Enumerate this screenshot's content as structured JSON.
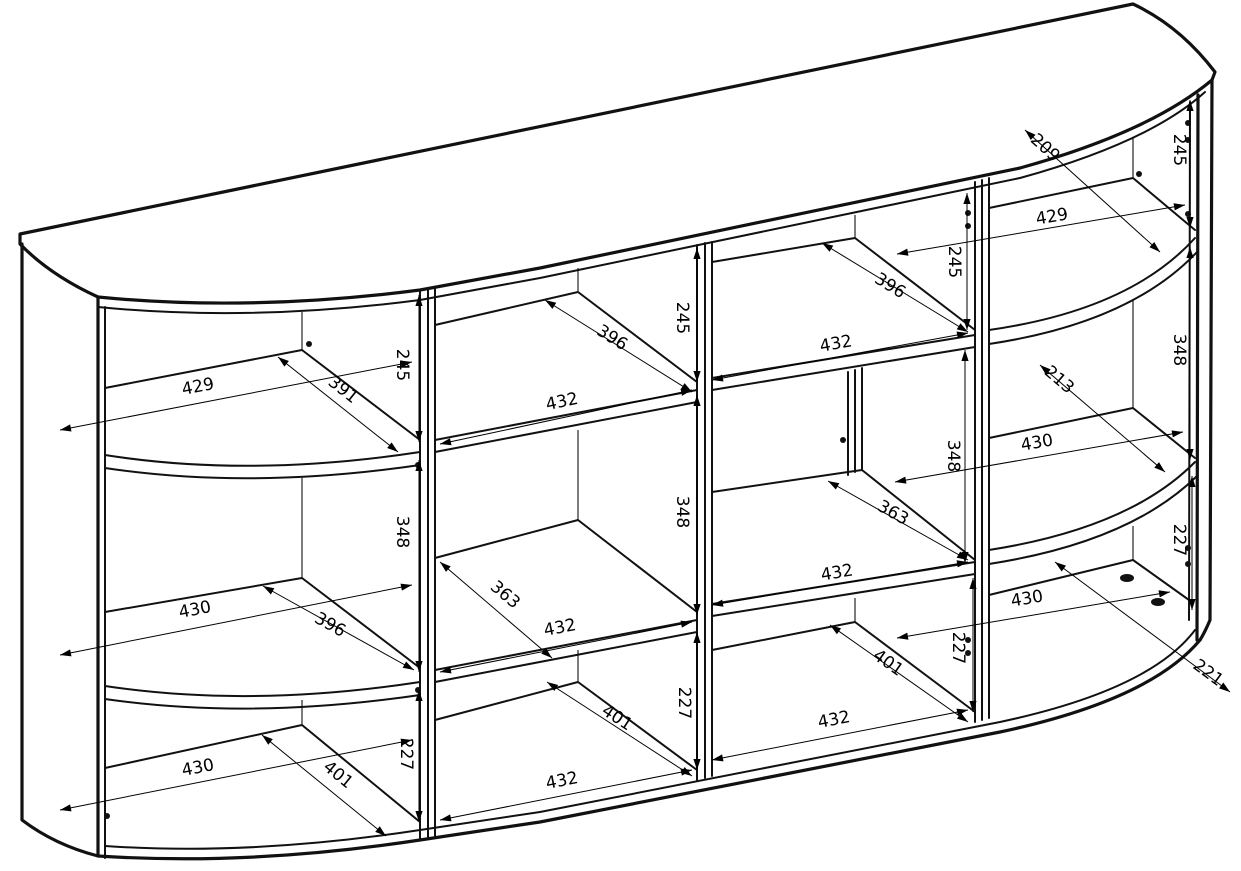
{
  "diagram": {
    "dimensions": {
      "d_top_245_right": "245",
      "d_top_209": "209",
      "d_top_429_right": "429",
      "d_top_245_c3": "245",
      "d_top_396_c3": "396",
      "d_top_432_c3": "432",
      "d_top_245_c2": "245",
      "d_top_396_c2": "396",
      "d_top_432_c2": "432",
      "d_top_245_c1": "245",
      "d_top_429_c1": "429",
      "d_top_391_c1": "391",
      "d_mid_348_right": "348",
      "d_mid_213": "213",
      "d_mid_430_right": "430",
      "d_mid_348_c3": "348",
      "d_mid_363_c3": "363",
      "d_mid_432_c3": "432",
      "d_mid_348_c2": "348",
      "d_mid_363_c2": "363",
      "d_mid_432_c2": "432",
      "d_mid_348_c1": "348",
      "d_mid_430_c1": "430",
      "d_mid_396_c1": "396",
      "d_bot_227_right": "227",
      "d_bot_430_right": "430",
      "d_bot_221": "221",
      "d_bot_227_c3": "227",
      "d_bot_401_c3": "401",
      "d_bot_432_c3": "432",
      "d_bot_227_c2": "227",
      "d_bot_401_c2": "401",
      "d_bot_432_c2": "432",
      "d_bot_227_c1": "227",
      "d_bot_430_c1": "430",
      "d_bot_401_c1": "401"
    }
  }
}
